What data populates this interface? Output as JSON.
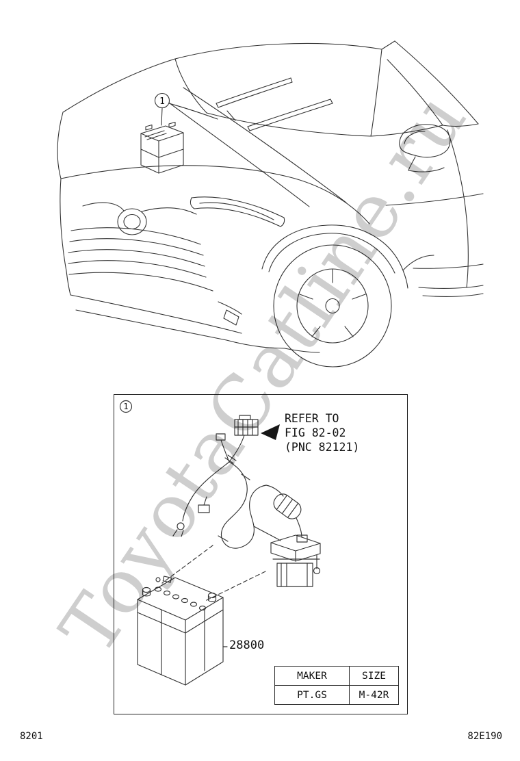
{
  "watermark": "ToyotaCatline.ru",
  "car_view": {
    "callout_number": "1"
  },
  "detail_box": {
    "callout_number": "1",
    "refer_note": {
      "line1": "REFER TO",
      "line2": "FIG 82-02",
      "line3": "(PNC 82121)"
    },
    "part_number": "28800",
    "spec_table": {
      "headers": [
        "MAKER",
        "SIZE"
      ],
      "rows": [
        [
          "PT.GS",
          "M-42R"
        ]
      ]
    }
  },
  "footer": {
    "page_code": "8201",
    "figure_code": "82E190"
  }
}
